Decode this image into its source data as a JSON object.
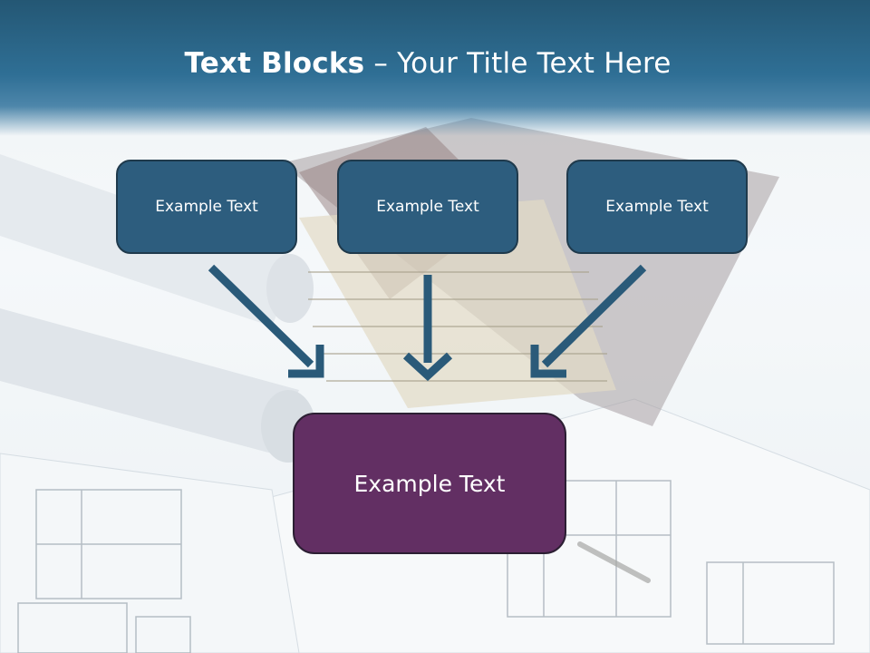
{
  "slide": {
    "title_bold": "Text Blocks",
    "title_dash": " – ",
    "title_rest": "Your Title Text Here"
  },
  "blocks": [
    {
      "label": "Example Text"
    },
    {
      "label": "Example Text"
    },
    {
      "label": "Example Text"
    }
  ],
  "main_block": {
    "label": "Example Text"
  },
  "colors": {
    "header": "#2a678c",
    "block_fill": "#2d5d7e",
    "main_fill": "#622f63",
    "arrow": "#2a5a79"
  }
}
